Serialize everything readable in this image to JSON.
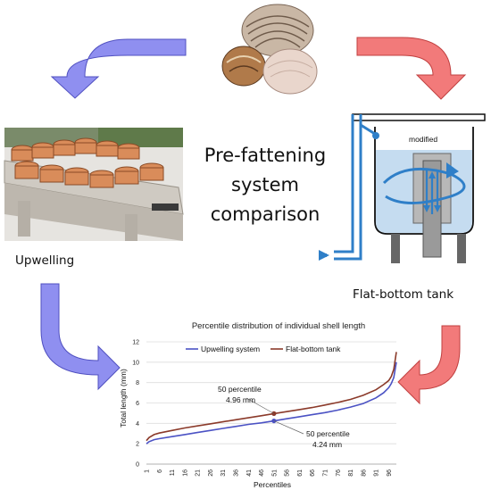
{
  "title_lines": [
    "Pre-fattening",
    "system",
    "comparison"
  ],
  "labels": {
    "upwelling": "Upwelling",
    "flat_bottom": "Flat-bottom tank",
    "modified": "modified"
  },
  "colors": {
    "arrow_blue": "#8f8ff0",
    "arrow_red": "#f27a7a",
    "tank_water": "#c5dcf0",
    "tank_blue": "#2f7fc8",
    "series_upwelling": "#4b52c4",
    "series_flat": "#8b3a2a"
  },
  "chart_data": {
    "type": "line",
    "title": "Percentile distribution of individual shell length",
    "xlabel": "Percentiles",
    "ylabel": "Total length (mm)",
    "ylim": [
      0,
      12
    ],
    "yticks": [
      0,
      2,
      4,
      6,
      8,
      10,
      12
    ],
    "xlim": [
      1,
      99
    ],
    "xticks": [
      1,
      6,
      11,
      16,
      21,
      26,
      31,
      36,
      41,
      46,
      51,
      56,
      61,
      66,
      71,
      76,
      81,
      86,
      91,
      96
    ],
    "legend_position": "top",
    "series": [
      {
        "name": "Upwelling system",
        "color": "#4b52c4",
        "x": [
          1,
          2,
          4,
          6,
          11,
          16,
          21,
          26,
          31,
          36,
          41,
          46,
          51,
          56,
          61,
          66,
          71,
          76,
          81,
          86,
          91,
          94,
          96,
          97,
          98,
          99
        ],
        "y": [
          2.0,
          2.2,
          2.4,
          2.5,
          2.7,
          2.9,
          3.1,
          3.3,
          3.5,
          3.7,
          3.9,
          4.05,
          4.24,
          4.45,
          4.65,
          4.85,
          5.05,
          5.3,
          5.6,
          5.95,
          6.5,
          7.0,
          7.5,
          7.9,
          8.5,
          10.0
        ]
      },
      {
        "name": "Flat-bottom tank",
        "color": "#8b3a2a",
        "x": [
          1,
          2,
          4,
          6,
          11,
          16,
          21,
          26,
          31,
          36,
          41,
          46,
          51,
          56,
          61,
          66,
          71,
          76,
          81,
          86,
          91,
          94,
          96,
          97,
          98,
          99
        ],
        "y": [
          2.3,
          2.6,
          2.9,
          3.05,
          3.3,
          3.55,
          3.75,
          3.95,
          4.15,
          4.35,
          4.55,
          4.75,
          4.96,
          5.15,
          5.35,
          5.55,
          5.8,
          6.05,
          6.35,
          6.75,
          7.3,
          7.8,
          8.2,
          8.6,
          9.3,
          11.0
        ]
      }
    ],
    "annotations": [
      {
        "line1": "50 percentile",
        "line2": "4.96 mm",
        "x": 51,
        "y": 4.96
      },
      {
        "line1": "50 percentile",
        "line2": "4.24 mm",
        "x": 51,
        "y": 4.24
      }
    ]
  }
}
